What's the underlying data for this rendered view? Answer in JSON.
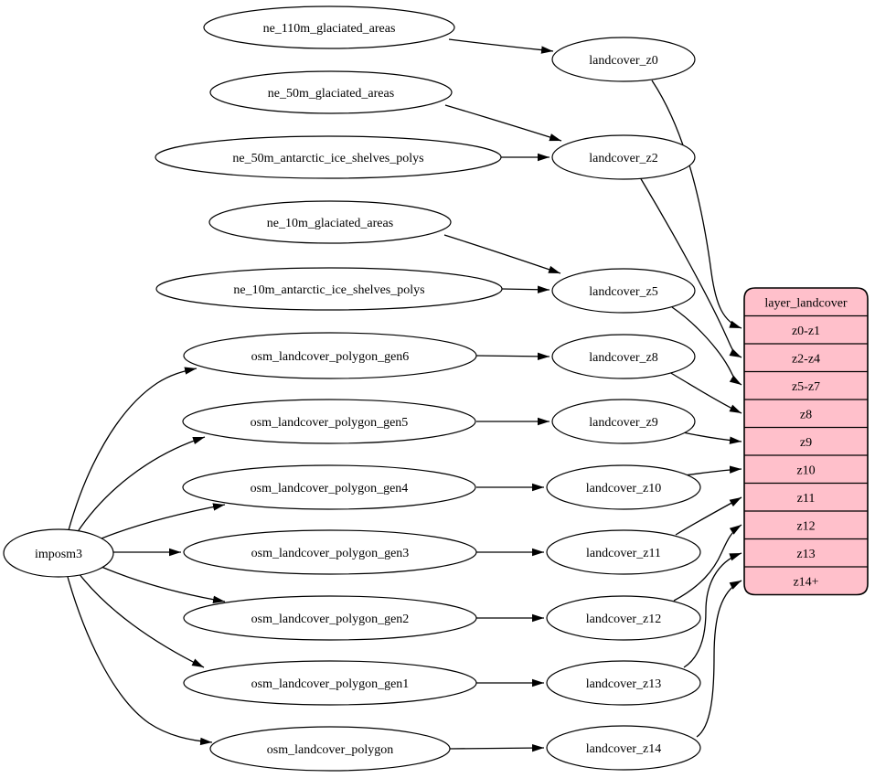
{
  "colors": {
    "background": "#ffffff",
    "node_fill": "#ffffff",
    "line": "#000000",
    "table_fill": "#ffc0cb",
    "text": "#000000"
  },
  "nodes": [
    {
      "id": "imposm3",
      "label": "imposm3"
    },
    {
      "id": "ne_110m_glaciated_areas",
      "label": "ne_110m_glaciated_areas"
    },
    {
      "id": "ne_50m_glaciated_areas",
      "label": "ne_50m_glaciated_areas"
    },
    {
      "id": "ne_50m_antarctic_ice_shelves_polys",
      "label": "ne_50m_antarctic_ice_shelves_polys"
    },
    {
      "id": "ne_10m_glaciated_areas",
      "label": "ne_10m_glaciated_areas"
    },
    {
      "id": "ne_10m_antarctic_ice_shelves_polys",
      "label": "ne_10m_antarctic_ice_shelves_polys"
    },
    {
      "id": "osm_landcover_polygon_gen6",
      "label": "osm_landcover_polygon_gen6"
    },
    {
      "id": "osm_landcover_polygon_gen5",
      "label": "osm_landcover_polygon_gen5"
    },
    {
      "id": "osm_landcover_polygon_gen4",
      "label": "osm_landcover_polygon_gen4"
    },
    {
      "id": "osm_landcover_polygon_gen3",
      "label": "osm_landcover_polygon_gen3"
    },
    {
      "id": "osm_landcover_polygon_gen2",
      "label": "osm_landcover_polygon_gen2"
    },
    {
      "id": "osm_landcover_polygon_gen1",
      "label": "osm_landcover_polygon_gen1"
    },
    {
      "id": "osm_landcover_polygon",
      "label": "osm_landcover_polygon"
    },
    {
      "id": "landcover_z0",
      "label": "landcover_z0"
    },
    {
      "id": "landcover_z2",
      "label": "landcover_z2"
    },
    {
      "id": "landcover_z5",
      "label": "landcover_z5"
    },
    {
      "id": "landcover_z8",
      "label": "landcover_z8"
    },
    {
      "id": "landcover_z9",
      "label": "landcover_z9"
    },
    {
      "id": "landcover_z10",
      "label": "landcover_z10"
    },
    {
      "id": "landcover_z11",
      "label": "landcover_z11"
    },
    {
      "id": "landcover_z12",
      "label": "landcover_z12"
    },
    {
      "id": "landcover_z13",
      "label": "landcover_z13"
    },
    {
      "id": "landcover_z14",
      "label": "landcover_z14"
    }
  ],
  "table": {
    "id": "layer_landcover",
    "title": "layer_landcover",
    "rows": [
      "z0-z1",
      "z2-z4",
      "z5-z7",
      "z8",
      "z9",
      "z10",
      "z11",
      "z12",
      "z13",
      "z14+"
    ]
  },
  "edges": [
    {
      "from": "ne_110m_glaciated_areas",
      "to": "landcover_z0"
    },
    {
      "from": "ne_50m_glaciated_areas",
      "to": "landcover_z2"
    },
    {
      "from": "ne_50m_antarctic_ice_shelves_polys",
      "to": "landcover_z2"
    },
    {
      "from": "ne_10m_glaciated_areas",
      "to": "landcover_z5"
    },
    {
      "from": "ne_10m_antarctic_ice_shelves_polys",
      "to": "landcover_z5"
    },
    {
      "from": "imposm3",
      "to": "osm_landcover_polygon_gen6"
    },
    {
      "from": "imposm3",
      "to": "osm_landcover_polygon_gen5"
    },
    {
      "from": "imposm3",
      "to": "osm_landcover_polygon_gen4"
    },
    {
      "from": "imposm3",
      "to": "osm_landcover_polygon_gen3"
    },
    {
      "from": "imposm3",
      "to": "osm_landcover_polygon_gen2"
    },
    {
      "from": "imposm3",
      "to": "osm_landcover_polygon_gen1"
    },
    {
      "from": "imposm3",
      "to": "osm_landcover_polygon"
    },
    {
      "from": "osm_landcover_polygon_gen6",
      "to": "landcover_z8"
    },
    {
      "from": "osm_landcover_polygon_gen5",
      "to": "landcover_z9"
    },
    {
      "from": "osm_landcover_polygon_gen4",
      "to": "landcover_z10"
    },
    {
      "from": "osm_landcover_polygon_gen3",
      "to": "landcover_z11"
    },
    {
      "from": "osm_landcover_polygon_gen2",
      "to": "landcover_z12"
    },
    {
      "from": "osm_landcover_polygon_gen1",
      "to": "landcover_z13"
    },
    {
      "from": "osm_landcover_polygon",
      "to": "landcover_z14"
    },
    {
      "from": "landcover_z0",
      "to": "layer_landcover.z0-z1"
    },
    {
      "from": "landcover_z2",
      "to": "layer_landcover.z2-z4"
    },
    {
      "from": "landcover_z5",
      "to": "layer_landcover.z5-z7"
    },
    {
      "from": "landcover_z8",
      "to": "layer_landcover.z8"
    },
    {
      "from": "landcover_z9",
      "to": "layer_landcover.z9"
    },
    {
      "from": "landcover_z10",
      "to": "layer_landcover.z10"
    },
    {
      "from": "landcover_z11",
      "to": "layer_landcover.z11"
    },
    {
      "from": "landcover_z12",
      "to": "layer_landcover.z12"
    },
    {
      "from": "landcover_z13",
      "to": "layer_landcover.z13"
    },
    {
      "from": "landcover_z14",
      "to": "layer_landcover.z14+"
    }
  ]
}
